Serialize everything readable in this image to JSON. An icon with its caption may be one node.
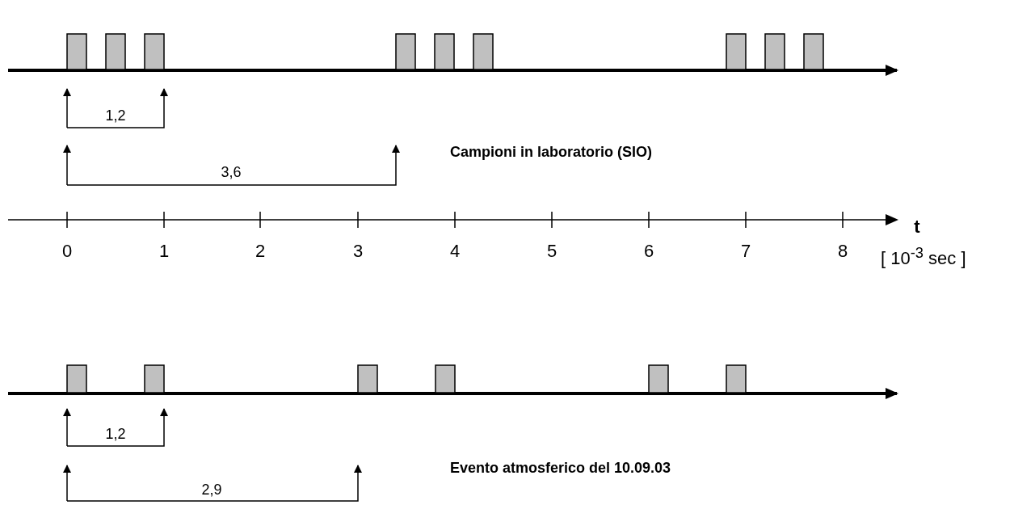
{
  "diagram": {
    "labels": [
      "1,2",
      "Campioni in laboratorio (SIO)",
      "3,6",
      "t",
      "0",
      "1",
      "2",
      "3",
      "4",
      "5",
      "6",
      "7",
      "8",
      "[ 10$^{-3}$ sec ]",
      "1,2",
      "Evento atmosferico del 10.09.03",
      "2,9"
    ]
  }
}
